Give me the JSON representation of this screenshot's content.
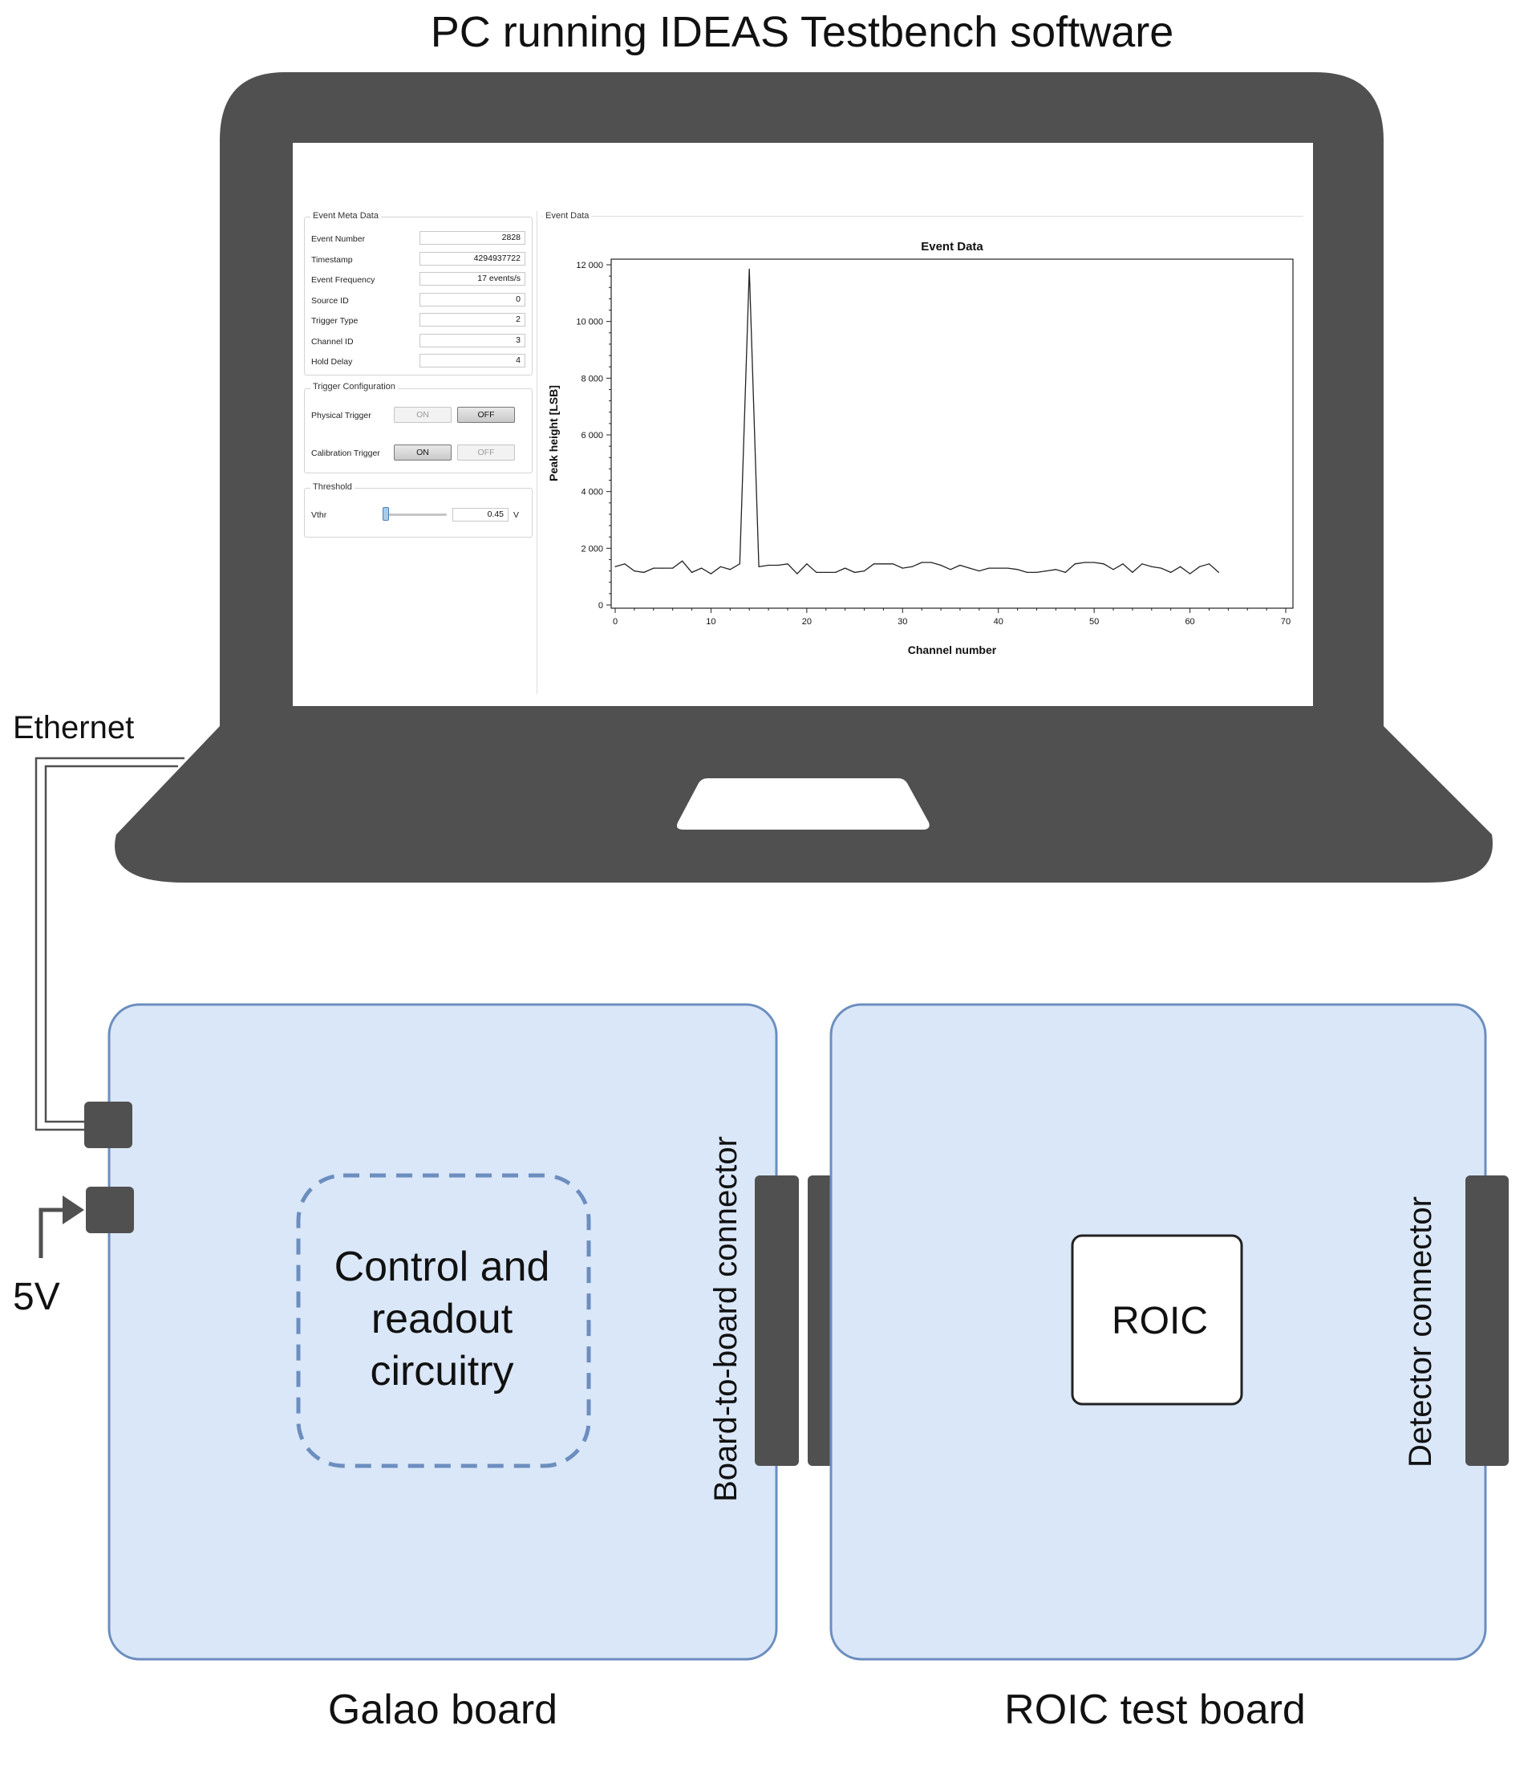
{
  "title": "PC running IDEAS Testbench software",
  "labels": {
    "ethernet": "Ethernet",
    "power": "5V",
    "control_block": [
      "Control and",
      "readout",
      "circuitry"
    ],
    "board_to_board": "Board-to-board connector",
    "roic": "ROIC",
    "detector_connector": "Detector connector",
    "galao_board": "Galao board",
    "roic_test_board": "ROIC test board"
  },
  "colors": {
    "laptop": "#505050",
    "board_fill": "#dae7f8",
    "board_stroke": "#6c8ebf",
    "connector": "#505050"
  },
  "app": {
    "meta": {
      "title": "Event Meta Data",
      "rows": [
        {
          "label": "Event Number",
          "value": "2828"
        },
        {
          "label": "Timestamp",
          "value": "4294937722"
        },
        {
          "label": "Event Frequency",
          "value": "17 events/s"
        },
        {
          "label": "Source ID",
          "value": "0"
        },
        {
          "label": "Trigger Type",
          "value": "2"
        },
        {
          "label": "Channel ID",
          "value": "3"
        },
        {
          "label": "Hold Delay",
          "value": "4"
        }
      ]
    },
    "trigger": {
      "title": "Trigger Configuration",
      "physical_label": "Physical Trigger",
      "calibration_label": "Calibration Trigger",
      "on_label": "ON",
      "off_label": "OFF",
      "physical_state": "OFF",
      "calibration_state": "ON"
    },
    "threshold": {
      "title": "Threshold",
      "label": "Vthr",
      "value": "0.45",
      "unit": "V",
      "slider_fraction": 0.05
    },
    "event_data_title": "Event Data"
  },
  "chart_data": {
    "type": "line",
    "title": "Event Data",
    "xlabel": "Channel number",
    "ylabel": "Peak height [LSB]",
    "xlim": [
      0,
      70
    ],
    "ylim": [
      0,
      12000
    ],
    "xticks": [
      0,
      10,
      20,
      30,
      40,
      50,
      60,
      70
    ],
    "yticks": [
      0,
      2000,
      4000,
      6000,
      8000,
      10000,
      12000
    ],
    "xtick_labels": [
      "0",
      "10",
      "20",
      "30",
      "40",
      "50",
      "60",
      "70"
    ],
    "ytick_labels": [
      "0",
      "2 000",
      "4 000",
      "6 000",
      "8 000",
      "10 000",
      "12 000"
    ],
    "grid": false,
    "series": [
      {
        "x": [
          0,
          1,
          2,
          3,
          4,
          5,
          6,
          7,
          8,
          9,
          10,
          11,
          12,
          13,
          14,
          15,
          16,
          17,
          18,
          19,
          20,
          21,
          22,
          23,
          24,
          25,
          26,
          27,
          28,
          29,
          30,
          31,
          32,
          33,
          34,
          35,
          36,
          37,
          38,
          39,
          40,
          41,
          42,
          43,
          44,
          45,
          46,
          47,
          48,
          49,
          50,
          51,
          52,
          53,
          54,
          55,
          56,
          57,
          58,
          59,
          60,
          61,
          62,
          63
        ],
        "values": [
          1350,
          1450,
          1200,
          1150,
          1300,
          1300,
          1300,
          1550,
          1150,
          1300,
          1100,
          1350,
          1250,
          1450,
          11850,
          1350,
          1400,
          1400,
          1450,
          1100,
          1450,
          1150,
          1150,
          1150,
          1300,
          1150,
          1200,
          1450,
          1450,
          1450,
          1300,
          1350,
          1500,
          1500,
          1400,
          1250,
          1400,
          1300,
          1200,
          1300,
          1300,
          1300,
          1250,
          1150,
          1150,
          1200,
          1250,
          1150,
          1450,
          1500,
          1500,
          1450,
          1250,
          1450,
          1150,
          1450,
          1350,
          1300,
          1150,
          1350,
          1100,
          1350,
          1450,
          1150
        ]
      }
    ]
  }
}
